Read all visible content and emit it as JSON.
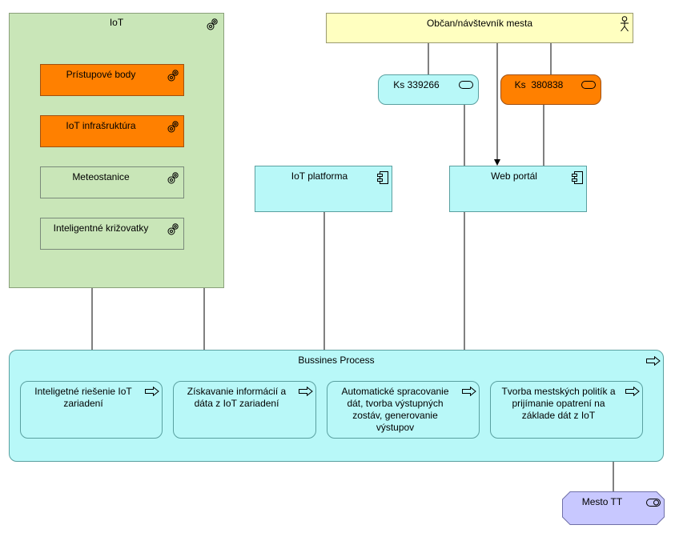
{
  "iot_group": {
    "title": "IoT",
    "nodes": [
      {
        "label": "Prístupové body",
        "highlight": true
      },
      {
        "label": "IoT infrašruktúra",
        "highlight": true
      },
      {
        "label": "Meteostanice",
        "highlight": false
      },
      {
        "label": "Inteligentné križovatky",
        "highlight": false
      }
    ]
  },
  "actor": {
    "label": "Občan/návštevník mesta"
  },
  "interfaces": [
    {
      "label": "Ks 339266"
    },
    {
      "label": "Ks  380838"
    }
  ],
  "components": [
    {
      "label": "IoT platforma"
    },
    {
      "label": "Web portál"
    }
  ],
  "process_group": {
    "title": "Bussines Process",
    "processes": [
      {
        "line1": "Inteligetné riešenie IoT",
        "line2": "zariadení",
        "line3": "",
        "line4": ""
      },
      {
        "line1": "Získavanie informácií a",
        "line2": "dáta z IoT zariadení",
        "line3": "",
        "line4": ""
      },
      {
        "line1": "Automatické spracovanie",
        "line2": "dát, tvorba výstupných",
        "line3": "zostáv, generovanie",
        "line4": "výstupov"
      },
      {
        "line1": "Tvorba mestských politík a",
        "line2": "prijímanie opatrení na",
        "line3": "základe dát z IoT",
        "line4": ""
      }
    ]
  },
  "service": {
    "label": "Mesto TT"
  },
  "colors": {
    "iot_green": "#c9e6b8",
    "orange": "#ff8000",
    "cyan": "#b8f8f8",
    "actor_yellow": "#ffffc0",
    "service_purple": "#c8c8ff"
  },
  "icons": [
    "gear-icon",
    "actor-icon",
    "interface-icon",
    "component-icon",
    "process-arrow-icon",
    "service-icon"
  ]
}
